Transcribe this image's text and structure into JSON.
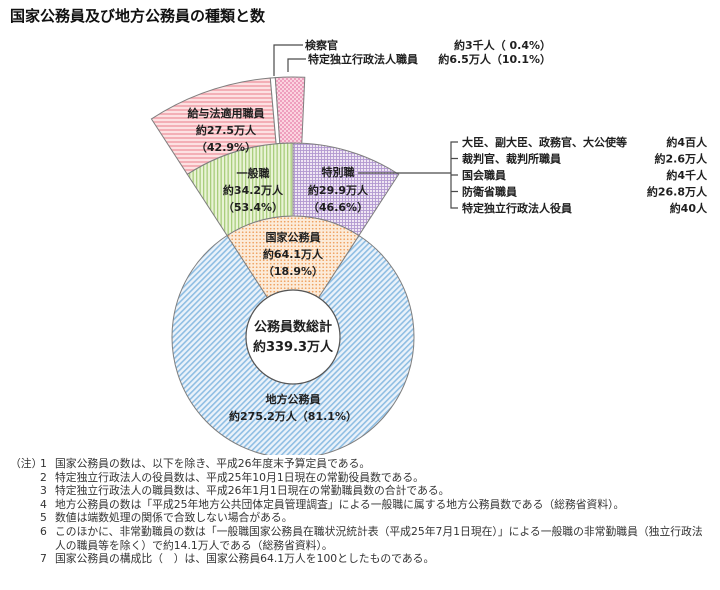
{
  "title": "国家公務員及び地方公務員の種類と数",
  "colors": {
    "local_blue_stripe": "#8FBEE3",
    "local_blue_bg": "#EAF2FA",
    "national_orange_dot": "#EFA05E",
    "national_orange_bg": "#FCEBD9",
    "regular_green_stripe": "#A9CE7D",
    "regular_green_bg": "#E9F3D5",
    "special_purple_line": "#B299D0",
    "special_purple_bg": "#EFE6F3",
    "salary_pink_stripe": "#F1A3AC",
    "salary_pink_bg": "#FCE1E2",
    "iai_pink_dot": "#EA8FB4",
    "iai_pink_bg": "#FBD3DF",
    "outline_gray": "#7F7F7F"
  },
  "center": {
    "line1": "公務員数総計",
    "line2": "約339.3万人"
  },
  "sectors": {
    "local": {
      "label": "地方公務員",
      "amount": "約275.2万人（81.1%）"
    },
    "national": {
      "label": "国家公務員",
      "amount": "約64.1万人",
      "pct": "（18.9%）"
    },
    "regular": {
      "label": "一般職",
      "amount": "約34.2万人",
      "pct": "（53.4%）"
    },
    "special": {
      "label": "特別職",
      "amount": "約29.9万人",
      "pct": "（46.6%）"
    },
    "salary_law": {
      "label": "給与法適用職員",
      "amount": "約27.5万人",
      "pct": "（42.9%）"
    }
  },
  "callouts": {
    "prosecutors": {
      "label": "検察官",
      "amount": "約3千人（ 0.4%）"
    },
    "iai_staff": {
      "label": "特定独立行政法人職員",
      "amount": "約6.5万人（10.1%）"
    }
  },
  "special_breakdown": [
    {
      "label": "大臣、副大臣、政務官、大公使等",
      "amount": "約4百人"
    },
    {
      "label": "裁判官、裁判所職員",
      "amount": "約2.6万人"
    },
    {
      "label": "国会職員",
      "amount": "約4千人"
    },
    {
      "label": "防衛省職員",
      "amount": "約26.8万人"
    },
    {
      "label": "特定独立行政法人役員",
      "amount": "約40人"
    }
  ],
  "notes": {
    "prefix": "（注）",
    "items": [
      {
        "num": "1",
        "text": "国家公務員の数は、以下を除き、平成26年度末予算定員である。"
      },
      {
        "num": "2",
        "text": "特定独立行政法人の役員数は、平成25年10月1日現在の常勤役員数である。"
      },
      {
        "num": "3",
        "text": "特定独立行政法人の職員数は、平成26年1月1日現在の常勤職員数の合計である。"
      },
      {
        "num": "4",
        "text": "地方公務員の数は「平成25年地方公共団体定員管理調査」による一般職に属する地方公務員数である（総務省資料）。"
      },
      {
        "num": "5",
        "text": "数値は端数処理の関係で合致しない場合がある。"
      },
      {
        "num": "6",
        "text": "このほかに、非常勤職員の数は「一般職国家公務員在職状況統計表（平成25年7月1日現在）」による一般職の非常勤職員（独立行政法人の職員等を除く）で約14.1万人である（総務省資料）。"
      },
      {
        "num": "7",
        "text": "国家公務員の構成比（　）は、国家公務員64.1万人を100としたものである。"
      }
    ]
  },
  "chart_data": {
    "type": "sunburst",
    "title": "国家公務員及び地方公務員の種類と数",
    "unit": "万人",
    "total": {
      "label": "公務員数総計",
      "value": 339.3
    },
    "rings": [
      {
        "level": 1,
        "parent": "公務員数総計",
        "segments": [
          {
            "label": "地方公務員",
            "value": 275.2,
            "pct": 81.1
          },
          {
            "label": "国家公務員",
            "value": 64.1,
            "pct": 18.9
          }
        ]
      },
      {
        "level": 2,
        "parent": "国家公務員",
        "pct_base": "国家公務員64.1万人を100とした構成比",
        "segments": [
          {
            "label": "一般職",
            "value": 34.2,
            "pct": 53.4
          },
          {
            "label": "特別職",
            "value": 29.9,
            "pct": 46.6
          }
        ]
      },
      {
        "level": 3,
        "parent": "一般職",
        "segments": [
          {
            "label": "給与法適用職員",
            "value": 27.5,
            "pct": 42.9
          },
          {
            "label": "検察官",
            "value": 0.3,
            "value_label": "約3千人",
            "pct": 0.4
          },
          {
            "label": "特定独立行政法人職員",
            "value": 6.5,
            "pct": 10.1
          }
        ]
      }
    ],
    "special_service_breakdown": [
      {
        "label": "大臣、副大臣、政務官、大公使等",
        "value_label": "約4百人"
      },
      {
        "label": "裁判官、裁判所職員",
        "value_label": "約2.6万人"
      },
      {
        "label": "国会職員",
        "value_label": "約4千人"
      },
      {
        "label": "防衛省職員",
        "value_label": "約26.8万人"
      },
      {
        "label": "特定独立行政法人役員",
        "value_label": "約40人"
      }
    ]
  }
}
